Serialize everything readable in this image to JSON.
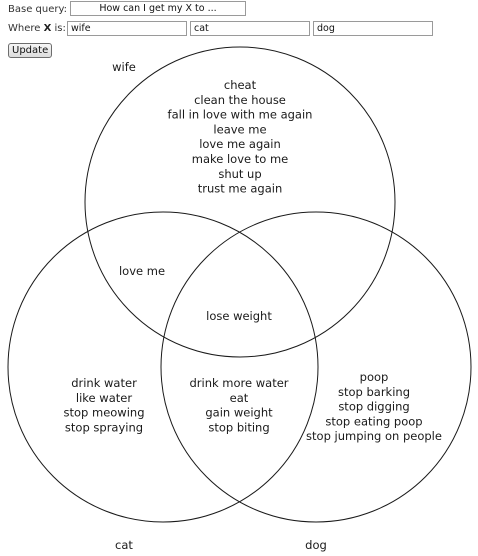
{
  "form": {
    "base_query_label": "Base query:",
    "base_query_value": "How can I get my X to ...",
    "where_label_prefix": "Where",
    "where_label_var": "X",
    "where_label_suffix": "is:",
    "x_values": [
      "wife",
      "cat",
      "dog"
    ],
    "update_label": "Update"
  },
  "venn": {
    "sets": [
      {
        "key": "wife",
        "label": "wife"
      },
      {
        "key": "cat",
        "label": "cat"
      },
      {
        "key": "dog",
        "label": "dog"
      }
    ],
    "regions": {
      "wife_only": [
        "cheat",
        "clean the house",
        "fall in love with me again",
        "leave me",
        "love me again",
        "make love to me",
        "shut up",
        "trust me again"
      ],
      "wife_cat": [
        "love me"
      ],
      "wife_cat_dog": [
        "lose weight"
      ],
      "cat_only": [
        "drink water",
        "like water",
        "stop meowing",
        "stop spraying"
      ],
      "cat_dog": [
        "drink more water",
        "eat",
        "gain weight",
        "stop biting"
      ],
      "dog_only": [
        "poop",
        "stop barking",
        "stop digging",
        "stop eating poop",
        "stop jumping on people"
      ]
    }
  }
}
